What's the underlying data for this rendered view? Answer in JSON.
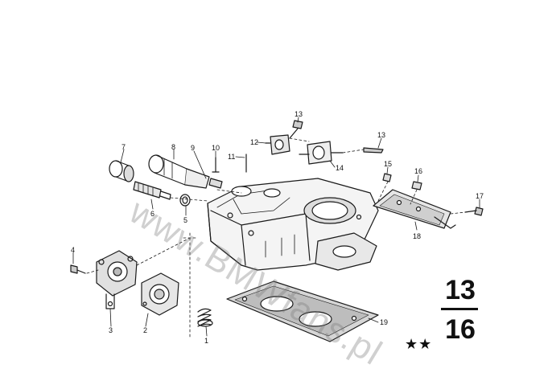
{
  "watermark": "www.BMWfans.pl",
  "group": {
    "top": "13",
    "bottom": "16"
  },
  "rating": "★★",
  "callouts": {
    "c1": "1",
    "c2": "2",
    "c3": "3",
    "c4": "4",
    "c5": "5",
    "c6": "6",
    "c7": "7",
    "c8": "8",
    "c9": "9",
    "c10": "10",
    "c11": "11",
    "c12": "12",
    "c13a": "13",
    "c13b": "13",
    "c14": "14",
    "c15": "15",
    "c16": "16",
    "c17": "17",
    "c18": "18",
    "c19": "19"
  }
}
